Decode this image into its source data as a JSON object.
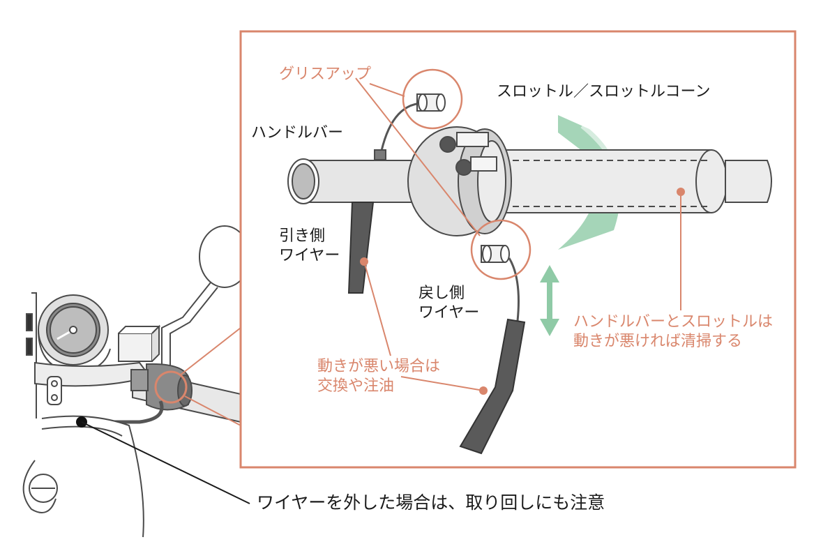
{
  "labels": {
    "grease_up": "グリスアップ",
    "throttle": "スロットル／スロットルコーン",
    "handlebar": "ハンドルバー",
    "pull_wire": "引き側\nワイヤー",
    "return_wire": "戻し側\nワイヤー",
    "clean_note": "ハンドルバーとスロットルは\n動きが悪ければ清掃する",
    "replace_note": "動きが悪い場合は\n交換や注油",
    "caution": "ワイヤーを外した場合は、取り回しにも注意"
  },
  "colors": {
    "accent": "#d9866c",
    "rotation_arrow": "#8fcaa6",
    "wire": "#555555",
    "outline": "#4a4a4a",
    "part_fill": "#e8e8e8"
  }
}
